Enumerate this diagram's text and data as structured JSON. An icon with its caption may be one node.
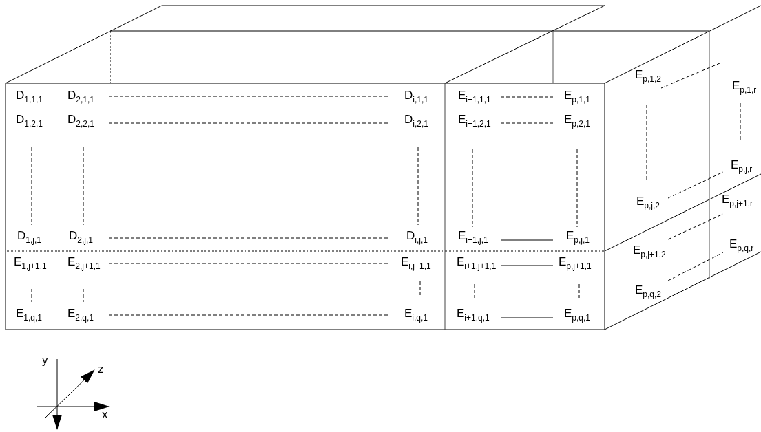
{
  "diagram": {
    "labels": [
      "E$_{p,1,2}$",
      "E$_{p,1,r}$",
      "D$_{1,1,1}$",
      "D$_{2,1,1}$",
      "D$_{i,1,1}$",
      "E$_{i+1,1,1}$",
      "E$_{p,1,1}$",
      "D$_{1,2,1}$",
      "D$_{2,2,1}$",
      "D$_{i,2,1}$",
      "E$_{i+1,2,1}$",
      "E$_{p,2,1}$",
      "E$_{p,j,r}$",
      "E$_{p,j,2}$",
      "E$_{p,j+1,r}$",
      "D$_{1,j,1}$",
      "D$_{2,j,1}$",
      "D$_{i,j,1}$",
      "E$_{i+1,j,1}$",
      "E$_{p,j,1}$",
      "E$_{p,q,r}$",
      "E$_{p,j+1,2}$",
      "E$_{1,j+1,1}$",
      "E$_{2,j+1,1}$",
      "E$_{i,j+1,1}$",
      "E$_{i+1,j+1,1}$",
      "E$_{p,j+1,1}$",
      "E$_{p,q,2}$",
      "E$_{1,q,1}$",
      "E$_{2,q,1}$",
      "E$_{i,q,1}$",
      "E$_{i+1,q,1}$",
      "E$_{p,q,1}$",
      "y",
      "z",
      "x"
    ]
  }
}
